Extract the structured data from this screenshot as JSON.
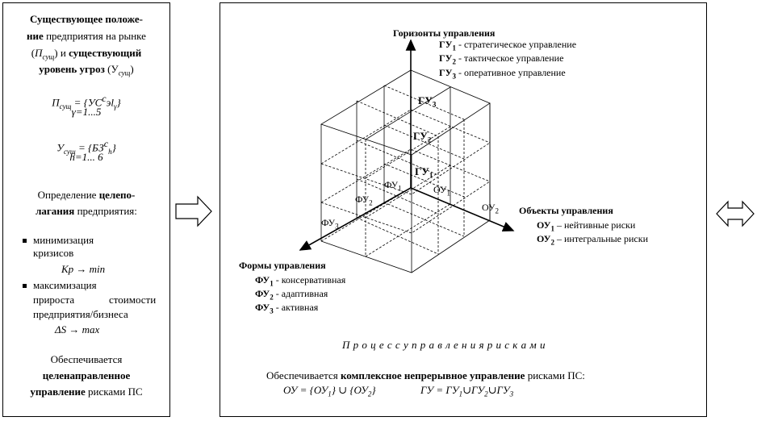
{
  "left": {
    "title_l1_bold": "Существующее положе-",
    "title_l2_bold": "ние",
    "title_l2_rest": " предприятия на рынке",
    "title_l3_a": "(",
    "title_l3_b": "П",
    "title_l3_sub": "сущ",
    "title_l3_c": ") и ",
    "title_l3_bold": "существующий",
    "title_l4_bold": "уровень угроз",
    "title_l4_rest": " (У",
    "title_l4_sub": "сущ",
    "title_l4_end": ")",
    "formula1_a": "П",
    "formula1_sub": "сущ",
    "formula1_b": " = {УС",
    "formula1_sup": "с",
    "formula1_c": "эl",
    "formula1_sub2": "γ",
    "formula1_d": "}",
    "formula1_range": "γ=1...5",
    "formula2_a": "У",
    "formula2_sub": "сущ",
    "formula2_b": " = {БЗ",
    "formula2_sup": "с",
    "formula2_sub2": "h",
    "formula2_d": "}",
    "formula2_range": "h=1... 6",
    "goal_l1_a": "Определение ",
    "goal_l1_bold": "целепо-",
    "goal_l2_bold": "лагания",
    "goal_l2_rest": " предприятия:",
    "bullet1_l1": "минимизация",
    "bullet1_l2": "кризисов",
    "bullet1_formula": "Кр → min",
    "bullet2_l1": "максимизация",
    "bullet2_l2a": "прироста",
    "bullet2_l2b": "стоимости",
    "bullet2_l3": "предприятия/бизнеса",
    "bullet2_formula": "ΔS → max",
    "provides_l1": "Обеспечивается",
    "provides_l2_bold": "целенаправленное",
    "provides_l3_bold": "управление",
    "provides_l3_rest": " рисками ПС"
  },
  "diagram": {
    "horizons_title": "Горизонты управления",
    "gu1_code": "ГУ",
    "gu1_idx": "1",
    "gu1_text": " - стратегическое управление",
    "gu2_code": "ГУ",
    "gu2_idx": "2",
    "gu2_text": " - тактическое управление",
    "gu3_code": "ГУ",
    "gu3_idx": "3",
    "gu3_text": " - оперативное управление",
    "objects_title": "Объекты управления",
    "ou1_code": "ОУ",
    "ou1_idx": "1",
    "ou1_text": " – нейтивные риски",
    "ou2_code": "ОУ",
    "ou2_idx": "2",
    "ou2_text": " – интегральные риски",
    "forms_title": "Формы управления",
    "fu1_code": "ФУ",
    "fu1_idx": "1",
    "fu1_text": " - консервативная",
    "fu2_code": "ФУ",
    "fu2_idx": "2",
    "fu2_text": " - адаптивная",
    "fu3_code": "ФУ",
    "fu3_idx": "3",
    "fu3_text": " - активная",
    "axis_gu": "ГУ",
    "axis_ou": "ОУ",
    "axis_fu": "ФУ",
    "idx1": "1",
    "idx2": "2",
    "idx3": "3"
  },
  "process_title": "П р о ц е с с   у п р а в л е н и я   р и с к а м и",
  "bottom": {
    "provides_a": "Обеспечивается ",
    "provides_bold": "комплексное непрерывное управление",
    "provides_c": " рисками ПС:",
    "formula_ou": "ОУ = {ОУ",
    "formula_ou_sub1": "1",
    "formula_ou_mid": "} ∪ {ОУ",
    "formula_ou_sub2": "2",
    "formula_ou_end": "}",
    "formula_gu": "ГУ = ГУ",
    "formula_gu_sub1": "1",
    "formula_gu_u1": "∪ГУ",
    "formula_gu_sub2": "2",
    "formula_gu_u2": "∪ГУ",
    "formula_gu_sub3": "3"
  }
}
